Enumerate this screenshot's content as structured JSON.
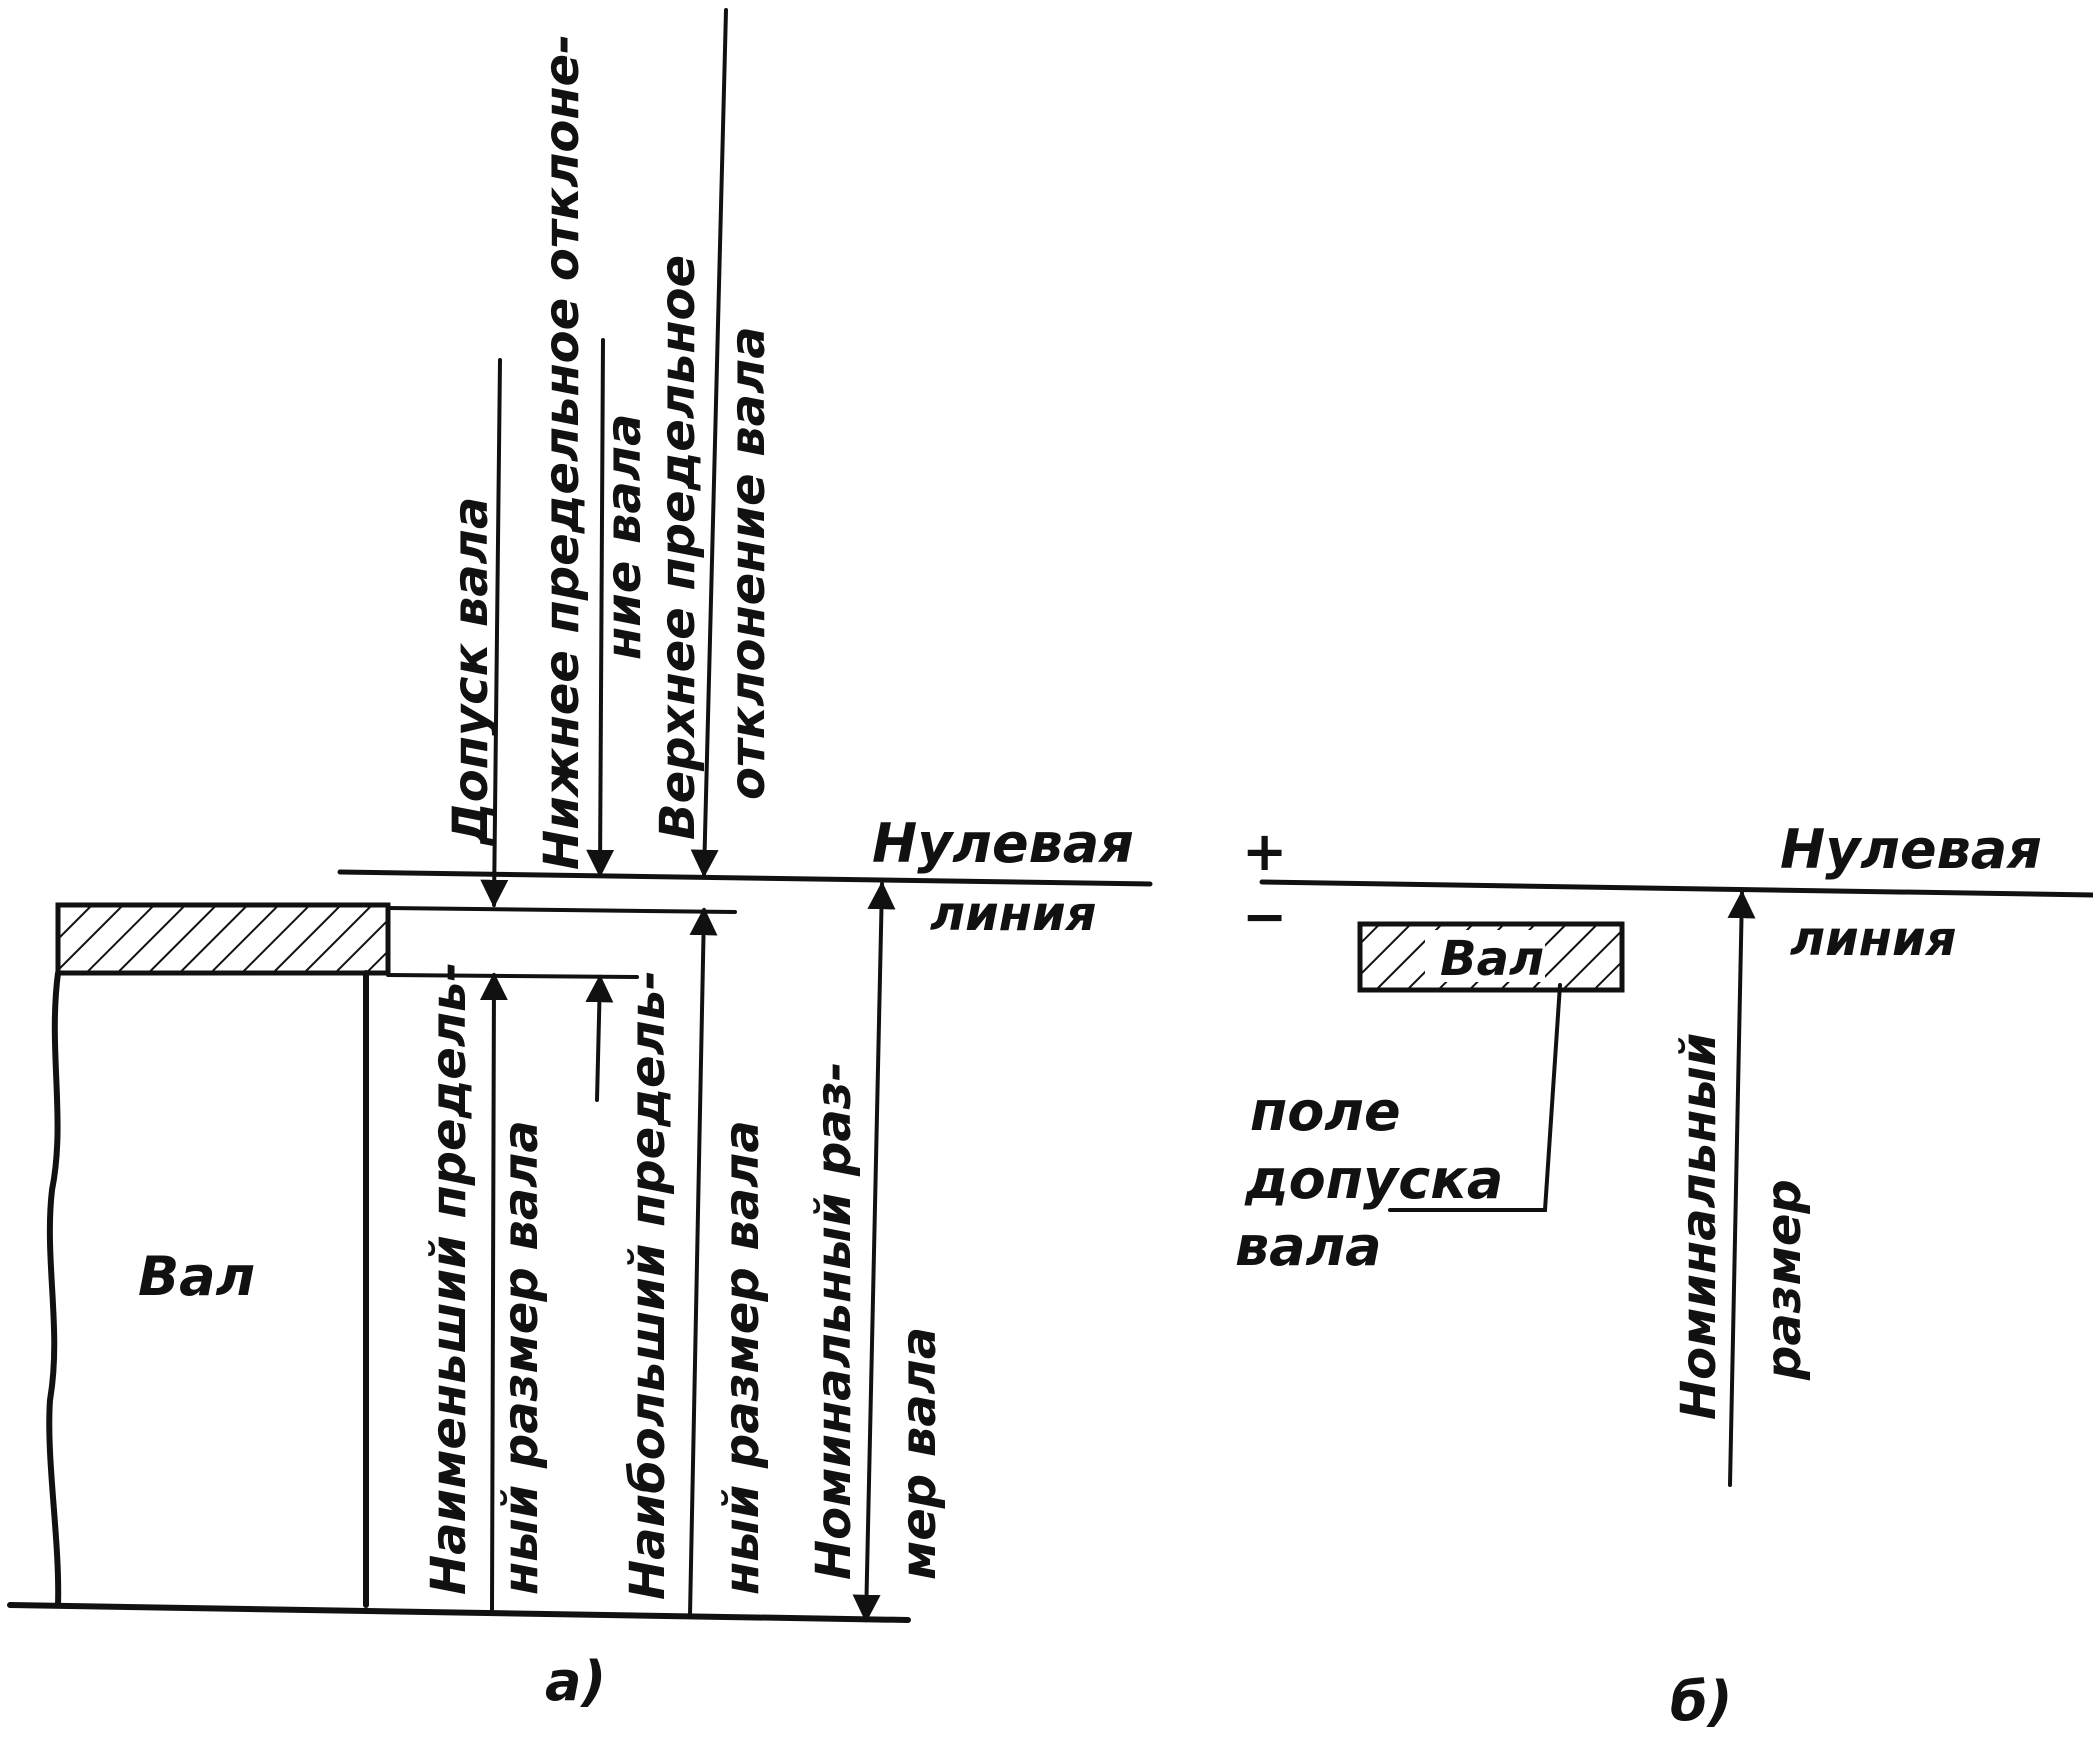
{
  "colors": {
    "ink": "#111111",
    "paper": "#ffffff"
  },
  "fig_a": {
    "shaft_label": "Вал",
    "tolerance_label": "Допуск  вала",
    "lower_dev_line1": "Нижнее предельное отклоне-",
    "lower_dev_line2": "ние вала",
    "upper_dev_line1": "Верхнее предельное",
    "upper_dev_line2": "отклонение вала",
    "zero_line_1": "Нулевая",
    "zero_line_2": "линия",
    "min_size_line1": "Наименьший предель-",
    "min_size_line2": "ный размер вала",
    "max_size_line1": "Наибольший предель-",
    "max_size_line2": "ный размер  вала",
    "nominal_line1": "Номинальный  раз-",
    "nominal_line2": "мер    вала",
    "caption": "а)"
  },
  "fig_b": {
    "plus": "+",
    "minus": "−",
    "zero_line_1": "Нулевая",
    "zero_line_2": "линия",
    "shaft_label": "Вал",
    "field_line1": "поле",
    "field_line2": "допуска",
    "field_line3": "вала",
    "nominal_line1": "Номинальный",
    "nominal_line2": "размер",
    "caption": "б)"
  }
}
